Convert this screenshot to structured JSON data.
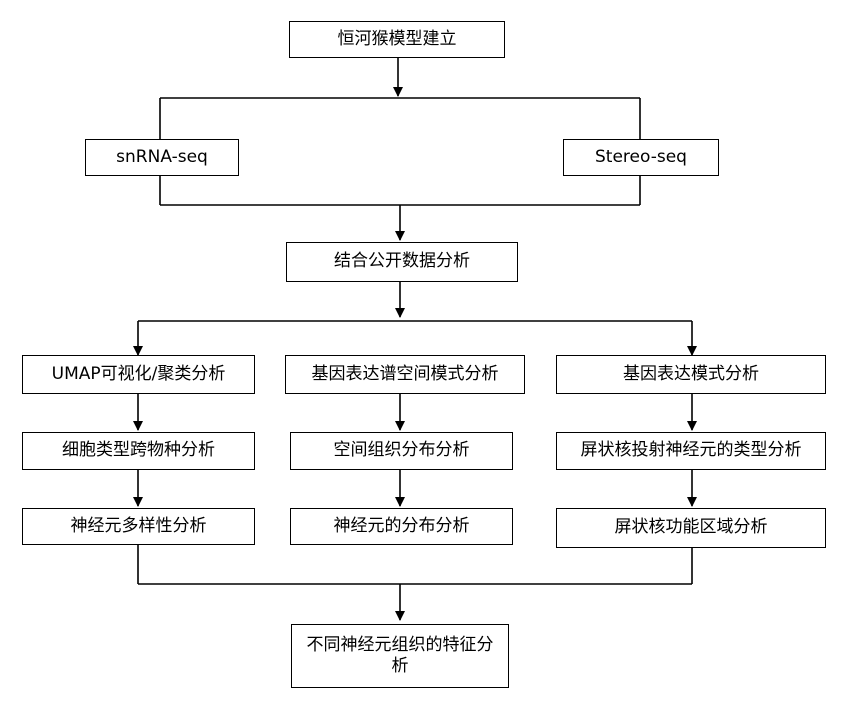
{
  "nodes": {
    "model": "恒河猴模型建立",
    "snrna": "snRNA-seq",
    "stereo": "Stereo-seq",
    "combine": "结合公开数据分析",
    "umap": "UMAP可视化/聚类分析",
    "spatial_pattern": "基因表达谱空间模式分析",
    "expr_pattern": "基因表达模式分析",
    "cell_type": "细胞类型跨物种分析",
    "tissue_dist": "空间组织分布分析",
    "projection": "屏状核投射神经元的类型分析",
    "diversity": "神经元多样性分析",
    "neuron_dist": "神经元的分布分析",
    "functional": "屏状核功能区域分析",
    "final": "不同神经元组织的特征分析"
  }
}
